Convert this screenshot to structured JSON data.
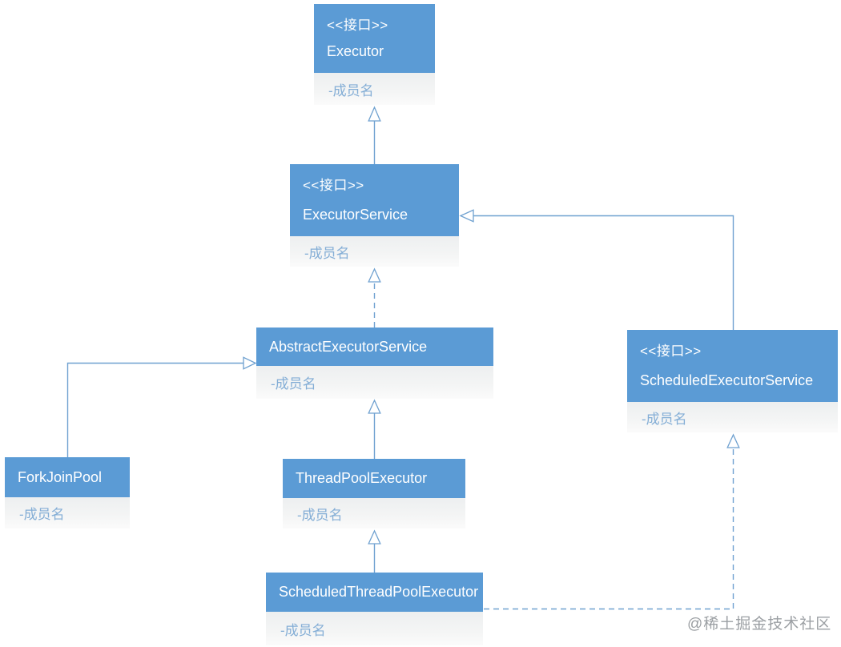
{
  "diagram": {
    "title_hint": "Java Executor framework UML class diagram",
    "nodes": {
      "executor": {
        "stereotype": "<<接口>>",
        "name": "Executor",
        "member": "-成员名"
      },
      "executor_service": {
        "stereotype": "<<接口>>",
        "name": "ExecutorService",
        "member": "-成员名"
      },
      "abstract_executor_service": {
        "name": "AbstractExecutorService",
        "member": "-成员名"
      },
      "scheduled_executor_service": {
        "stereotype": "<<接口>>",
        "name": "ScheduledExecutorService",
        "member": "-成员名"
      },
      "fork_join_pool": {
        "name": "ForkJoinPool",
        "member": "-成员名"
      },
      "thread_pool_executor": {
        "name": "ThreadPoolExecutor",
        "member": "-成员名"
      },
      "scheduled_thread_pool_executor": {
        "name": "ScheduledThreadPoolExecutor",
        "member": "-成员名"
      }
    },
    "edges": [
      {
        "from": "ExecutorService",
        "to": "Executor",
        "type": "generalization",
        "line": "solid"
      },
      {
        "from": "AbstractExecutorService",
        "to": "ExecutorService",
        "type": "realization",
        "line": "dashed"
      },
      {
        "from": "ScheduledExecutorService",
        "to": "ExecutorService",
        "type": "generalization",
        "line": "solid"
      },
      {
        "from": "ForkJoinPool",
        "to": "AbstractExecutorService",
        "type": "generalization",
        "line": "solid"
      },
      {
        "from": "ThreadPoolExecutor",
        "to": "AbstractExecutorService",
        "type": "generalization",
        "line": "solid"
      },
      {
        "from": "ScheduledThreadPoolExecutor",
        "to": "ThreadPoolExecutor",
        "type": "generalization",
        "line": "solid"
      },
      {
        "from": "ScheduledThreadPoolExecutor",
        "to": "ScheduledExecutorService",
        "type": "realization",
        "line": "dashed"
      }
    ],
    "colors": {
      "header_fill": "#5b9bd5",
      "body_fill": "#f2f2f2",
      "member_text": "#84aed6",
      "line": "#6fa1d0",
      "watermark_text": "#9b9fa3"
    }
  },
  "watermark": {
    "text": "@稀土掘金技术社区"
  }
}
